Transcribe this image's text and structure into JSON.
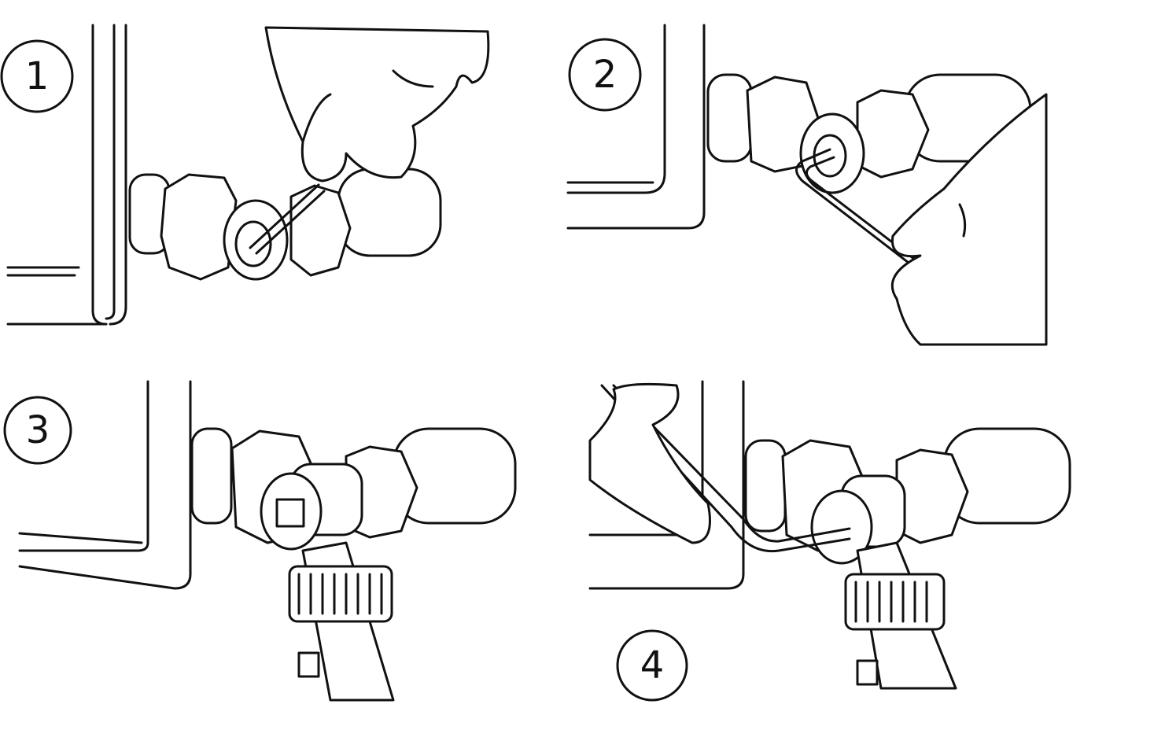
{
  "steps": [
    {
      "label": "1"
    },
    {
      "label": "2"
    },
    {
      "label": "3"
    },
    {
      "label": "4"
    }
  ]
}
